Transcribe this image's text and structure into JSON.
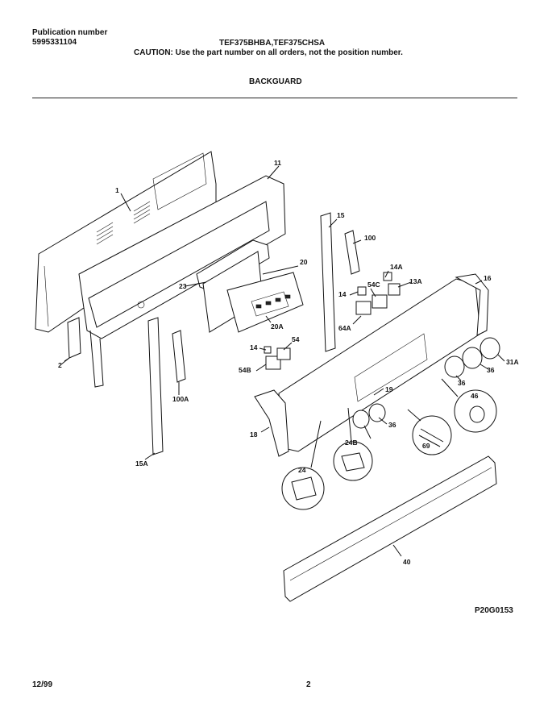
{
  "header": {
    "publication_label": "Publication number",
    "publication_number": "5995331104",
    "model_numbers": "TEF375BHBA,TEF375CHSA",
    "caution": "CAUTION:  Use the part number on all orders, not the position number.",
    "section_title": "BACKGUARD"
  },
  "diagram": {
    "callouts": [
      "1",
      "11",
      "15",
      "100",
      "20",
      "23",
      "20A",
      "14A",
      "14",
      "54C",
      "13A",
      "16",
      "64A",
      "54",
      "14",
      "54B",
      "2",
      "100A",
      "15A",
      "31A",
      "36",
      "46",
      "19",
      "36",
      "18",
      "36",
      "24B",
      "69",
      "24",
      "40"
    ],
    "drawing_code": "P20G0153"
  },
  "footer": {
    "date": "12/99",
    "page": "2"
  }
}
